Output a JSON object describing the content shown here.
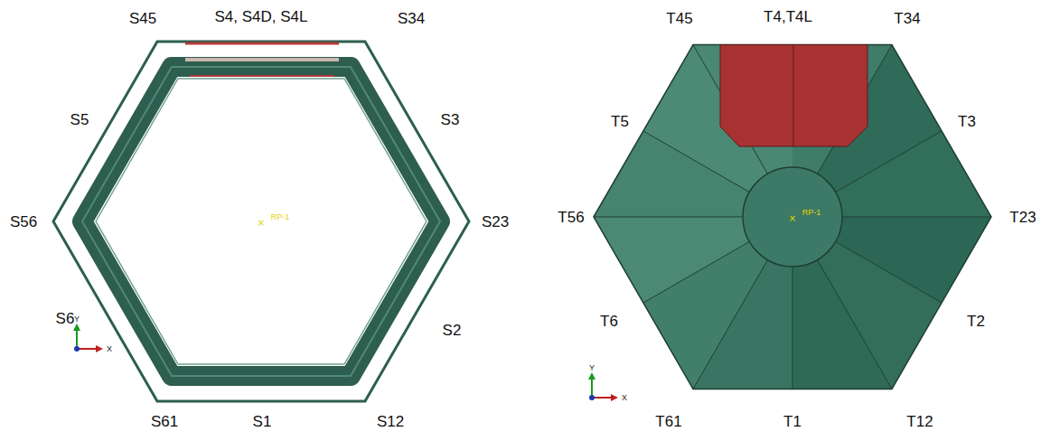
{
  "diagram": {
    "labels": [
      "S45",
      "S4, S4D, S4L",
      "S34",
      "S5",
      "S3",
      "S56",
      "RP-1",
      "S23",
      "S6",
      "S2",
      "Y",
      "X",
      "S61",
      "S1",
      "S12",
      "T45",
      "T4,T4L",
      "T34",
      "T5",
      "T3",
      "T56",
      "RP-1",
      "T23",
      "T6",
      "T2",
      "Y",
      "X",
      "T61",
      "T1",
      "T12"
    ]
  }
}
